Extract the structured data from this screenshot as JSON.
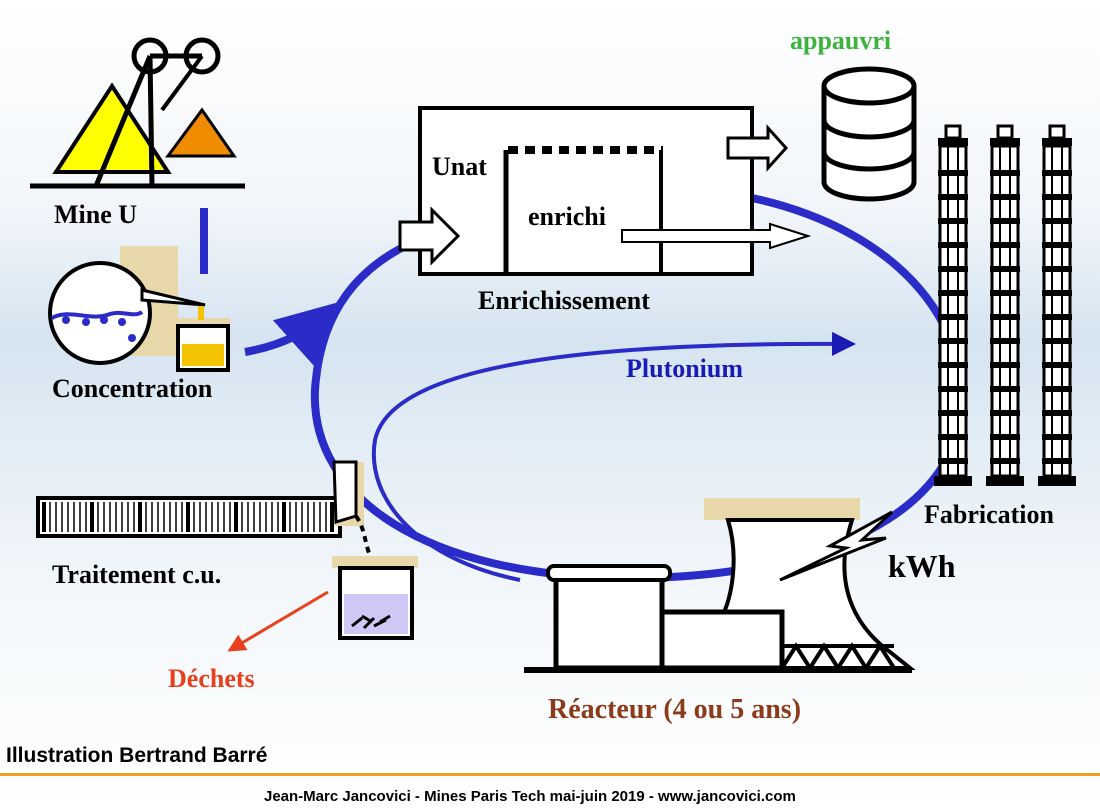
{
  "labels": {
    "mine": "Mine U",
    "concentration": "Concentration",
    "enrichissement": "Enrichissement",
    "unat": "Unat",
    "enrichi": "enrichi",
    "appauvri": "appauvri",
    "plutonium": "Plutonium",
    "fabrication": "Fabrication",
    "kwh": "kWh",
    "reacteur": "Réacteur (4 ou 5 ans)",
    "traitement": "Traitement c.u.",
    "dechets": "Déchets"
  },
  "footer": {
    "credit": "Illustration Bertrand Barré",
    "source": "Jean-Marc Jancovici - Mines Paris Tech mai-juin 2019 - www.jancovici.com"
  },
  "colors": {
    "cycle_blue": "#2b2bc8",
    "appauvri_green": "#3cb43c",
    "plutonium_blue": "#1a1ab4",
    "reacteur_brown": "#8b3a1a",
    "dechets_red": "#e8401c",
    "mine_yellow": "#ffff00",
    "mine_orange": "#f08c00",
    "footer_line": "#f0a020"
  }
}
